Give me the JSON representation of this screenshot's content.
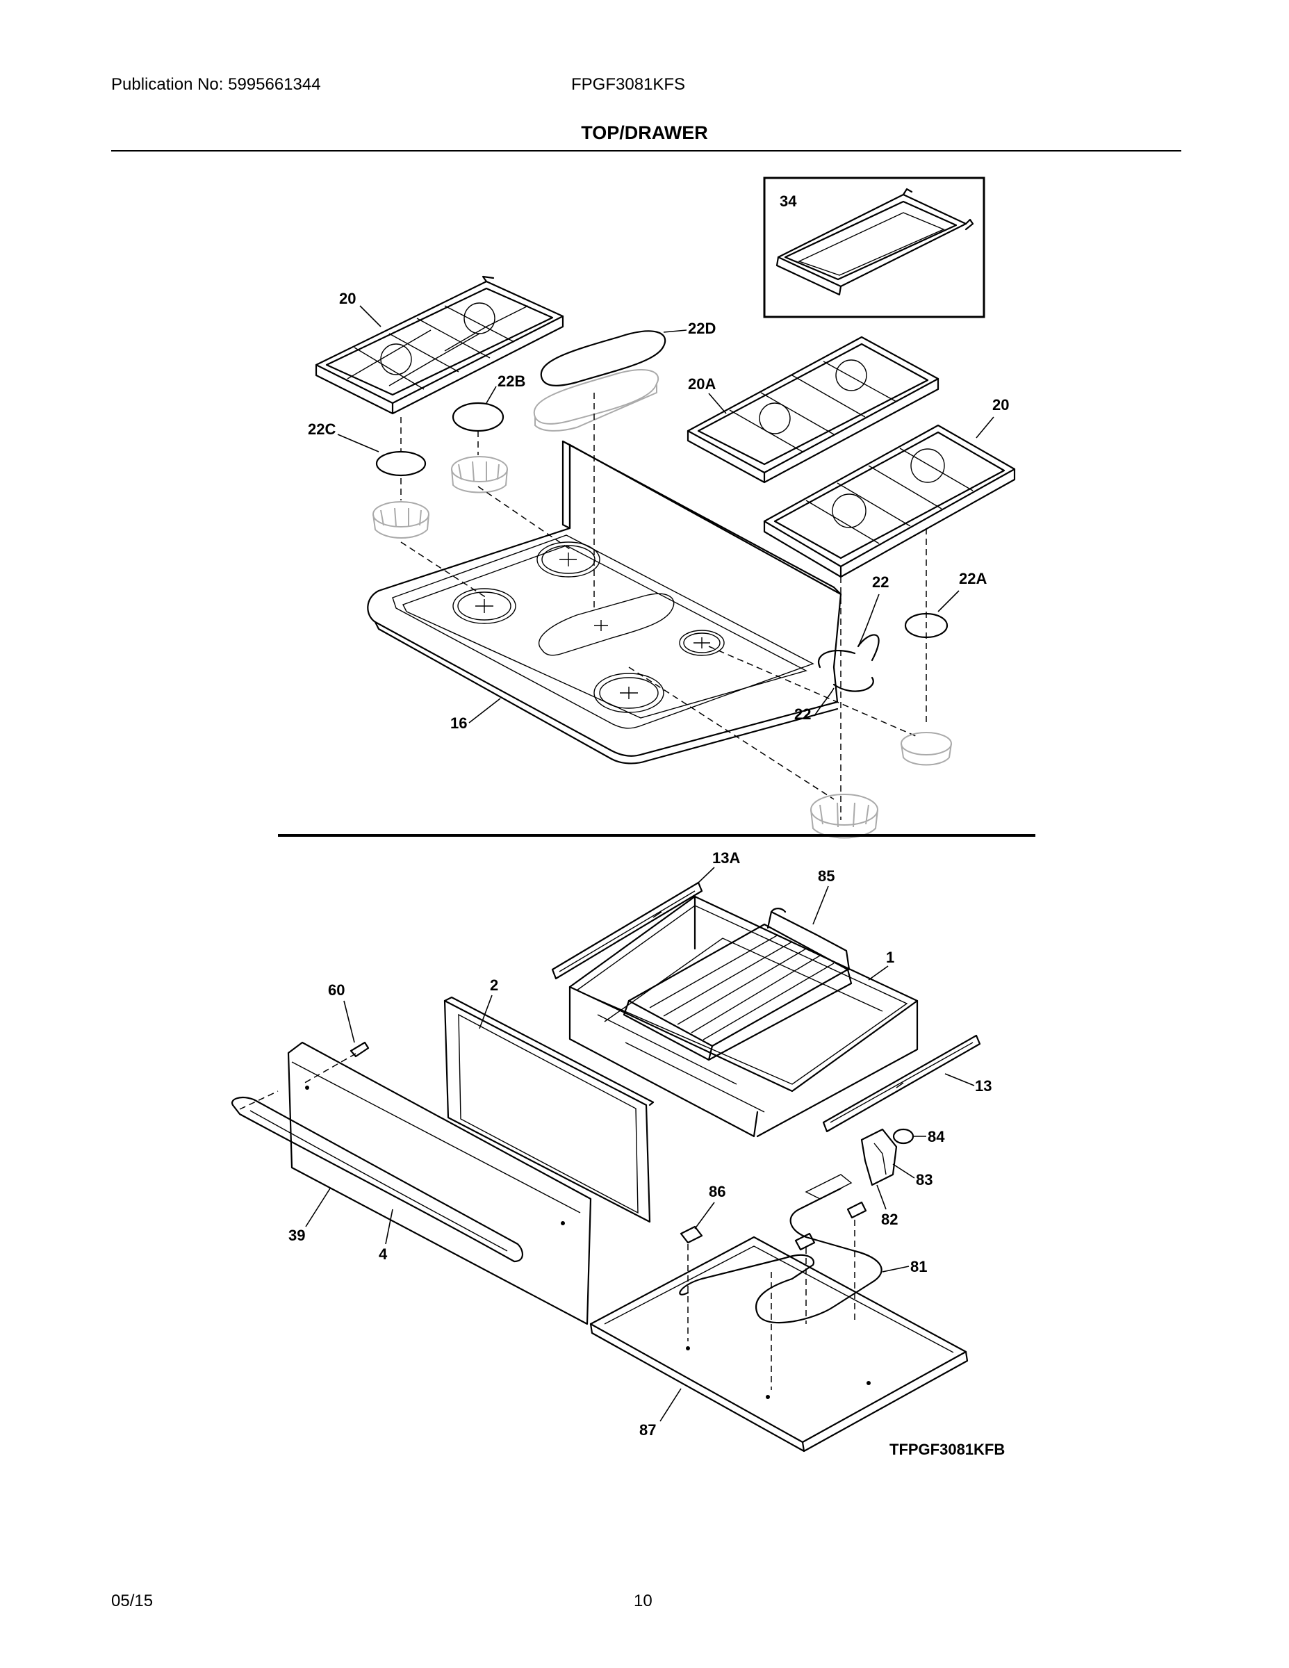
{
  "header": {
    "publication": "Publication No: 5995661344",
    "model": "FPGF3081KFS",
    "section_title": "TOP/DRAWER"
  },
  "diagram": {
    "callouts": {
      "c34": "34",
      "c20a": "20",
      "c22d": "22D",
      "c22b": "22B",
      "c20A": "20A",
      "c20b": "20",
      "c22c": "22C",
      "c22a": "22",
      "c22A": "22A",
      "c22b2": "22",
      "c16": "16",
      "c13A": "13A",
      "c85": "85",
      "c1": "1",
      "c60": "60",
      "c2": "2",
      "c13": "13",
      "c84": "84",
      "c83": "83",
      "c82": "82",
      "c86": "86",
      "c39": "39",
      "c4": "4",
      "c81": "81",
      "c87": "87"
    },
    "drawing_id": "TFPGF3081KFB"
  },
  "footer": {
    "date": "05/15",
    "page": "10"
  }
}
